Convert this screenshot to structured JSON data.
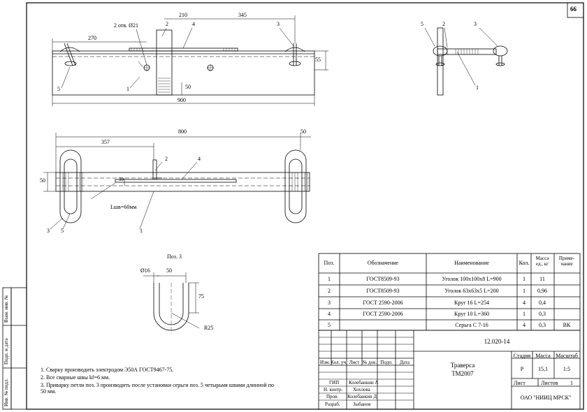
{
  "sheet_number": "66",
  "views": {
    "main": {
      "hole_label": "2 отв. Ø21",
      "dim_210": "210",
      "dim_345": "345",
      "dim_270": "270",
      "dim_900": "900",
      "dim_55": "55",
      "dim_50": "50",
      "pos_1": "1",
      "pos_2": "2",
      "pos_3": "3",
      "pos_4": "4",
      "pos_5": "5"
    },
    "side": {
      "pos_1": "1",
      "pos_2": "2",
      "pos_3": "3",
      "pos_5": "5"
    },
    "plan": {
      "dim_800": "800",
      "dim_357": "357",
      "dim_50_top": "50",
      "dim_50_left": "50",
      "dim_30": "30",
      "weld_label": "Lшв=60мм",
      "pos_1": "1",
      "pos_2": "2",
      "pos_3": "3",
      "pos_4": "4",
      "pos_5": "5"
    },
    "pos3": {
      "title": "Поз. 3",
      "dim_d16": "Ø16",
      "dim_50": "50",
      "dim_75": "75",
      "dim_r25": "R25"
    }
  },
  "spec_table": {
    "headers": [
      "Поз.",
      "Обозначение",
      "Наименование",
      "Кол.",
      "Масса ед., кг",
      "Приме-чание"
    ],
    "rows": [
      [
        "1",
        "ГОСТ8509-93",
        "Уголок 100x100x8 L=900",
        "1",
        "11",
        ""
      ],
      [
        "2",
        "ГОСТ8509-93",
        "Уголок 63x63x5 L=200",
        "1",
        "0,96",
        ""
      ],
      [
        "3",
        "ГОСТ 2590-2006",
        "Круг 16 L=254",
        "4",
        "0,4",
        ""
      ],
      [
        "4",
        "ГОСТ 2590-2006",
        "Круг 10 L=360",
        "1",
        "0,3",
        ""
      ],
      [
        "5",
        "",
        "Серьга С 7-16",
        "4",
        "0,3",
        "ВК"
      ]
    ]
  },
  "notes": [
    "1. Сварку производить электродом Э50А ГОСТ9467-75.",
    "2. Все сварные швы kf=6 мм.",
    "3. Приварку петли поз. 3 производить после установки серьги поз. 5 четырьмя швами длинной по 50 мм."
  ],
  "title_block": {
    "doc_code": "12.020-14",
    "name_line1": "Траверса",
    "name_line2": "ТМ2007",
    "col_headers": [
      "Изм.",
      "Кол. уч.",
      "Лист",
      "№ док.",
      "Подп.",
      "Дата"
    ],
    "stage_header": "Стадия",
    "mass_header": "Масса",
    "scale_header": "Масштаб",
    "stage": "Р",
    "mass": "15,1",
    "scale": "1:5",
    "sheet_label": "Лист",
    "sheets_label": "Листов",
    "sheets_count": "1",
    "org": "ОАО \"НИИЦ МРСК\"",
    "people": [
      {
        "role": "ГИП",
        "name": "Колебанкин А"
      },
      {
        "role": "Н. контр.",
        "name": "Хохлова"
      },
      {
        "role": "Пров.",
        "name": "Колебанкин Д"
      },
      {
        "role": "Разраб.",
        "name": "Зыбанов"
      }
    ]
  },
  "side_stamps": [
    "Взам. инв. №",
    "Подп. и дата",
    "Инв. № подл."
  ]
}
